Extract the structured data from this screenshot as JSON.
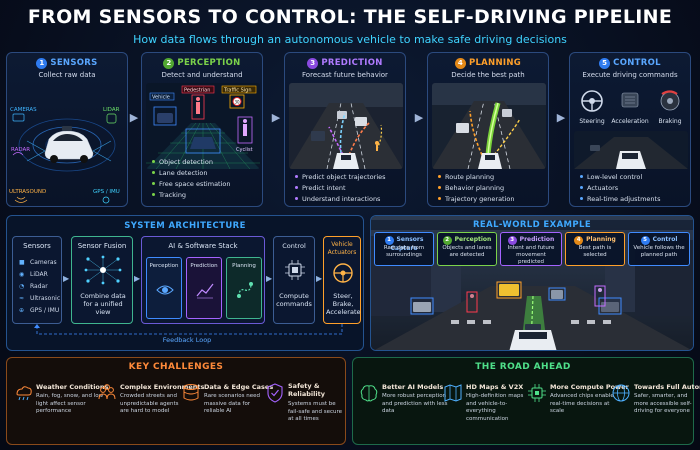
{
  "header": {
    "title": "FROM SENSORS TO CONTROL: THE SELF-DRIVING PIPELINE",
    "subtitle": "How data flows through an autonomous vehicle to make safe driving decisions"
  },
  "stages": [
    {
      "num": "1",
      "title": "SENSORS",
      "sub": "Collect raw data",
      "color": "#3f8bff",
      "labels": [
        "CAMERAS",
        "LIDAR",
        "RADAR",
        "ULTRASOUND",
        "GPS / IMU"
      ],
      "bullets": []
    },
    {
      "num": "2",
      "title": "PERCEPTION",
      "sub": "Detect and understand",
      "color": "#7bd34a",
      "labels": [
        "Vehicle",
        "Pedestrian",
        "Traffic Sign",
        "Cyclist"
      ],
      "bullets": [
        "Object detection",
        "Lane detection",
        "Free space estimation",
        "Tracking"
      ]
    },
    {
      "num": "3",
      "title": "PREDICTION",
      "sub": "Forecast future behavior",
      "color": "#a463ff",
      "labels": [],
      "bullets": [
        "Predict object trajectories",
        "Predict intent",
        "Understand interactions"
      ]
    },
    {
      "num": "4",
      "title": "PLANNING",
      "sub": "Decide the best path",
      "color": "#ffa02a",
      "labels": [],
      "bullets": [
        "Route planning",
        "Behavior planning",
        "Trajectory generation"
      ]
    },
    {
      "num": "5",
      "title": "CONTROL",
      "sub": "Execute driving commands",
      "color": "#3f8bff",
      "labels": [
        "Steering",
        "Acceleration",
        "Braking"
      ],
      "bullets": [
        "Low-level control",
        "Actuators",
        "Real-time adjustments"
      ]
    }
  ],
  "architecture": {
    "title": "SYSTEM ARCHITECTURE",
    "sensors_title": "Sensors",
    "sensors": [
      "Cameras",
      "LiDAR",
      "Radar",
      "Ultrasonic",
      "GPS / IMU"
    ],
    "fusion_title": "Sensor Fusion",
    "fusion_desc": "Combine data for a unified view",
    "stack_title": "AI & Software Stack",
    "stack_items": [
      "Perception",
      "Prediction",
      "Planning"
    ],
    "control_title": "Control",
    "control_desc": "Compute commands",
    "actuators_title": "Vehicle Actuators",
    "actuators_desc": "Steer, Brake, Accelerate",
    "feedback": "Feedback Loop"
  },
  "real_world": {
    "title": "REAL-WORLD EXAMPLE",
    "cards": [
      {
        "num": "1",
        "title": "Sensors Capture",
        "desc": "Raw data from surroundings",
        "color": "#3f8bff"
      },
      {
        "num": "2",
        "title": "Perception",
        "desc": "Objects and lanes are detected",
        "color": "#7bd34a"
      },
      {
        "num": "3",
        "title": "Prediction",
        "desc": "Intent and future movement predicted",
        "color": "#a463ff"
      },
      {
        "num": "4",
        "title": "Planning",
        "desc": "Best path is selected",
        "color": "#ffa02a"
      },
      {
        "num": "5",
        "title": "Control",
        "desc": "Vehicle follows the planned path",
        "color": "#3f8bff"
      }
    ]
  },
  "challenges": {
    "title": "KEY CHALLENGES",
    "items": [
      {
        "title": "Weather Conditions",
        "desc": "Rain, fog, snow, and low light affect sensor performance",
        "icon": "weather-icon"
      },
      {
        "title": "Complex Environments",
        "desc": "Crowded streets and unpredictable agents are hard to model",
        "icon": "crowd-icon"
      },
      {
        "title": "Data & Edge Cases",
        "desc": "Rare scenarios need massive data for reliable AI",
        "icon": "database-icon"
      },
      {
        "title": "Safety & Reliability",
        "desc": "Systems must be fail-safe and secure at all times",
        "icon": "shield-icon"
      }
    ]
  },
  "road_ahead": {
    "title": "THE ROAD AHEAD",
    "items": [
      {
        "title": "Better AI Models",
        "desc": "More robust perception and prediction with less data",
        "icon": "brain-icon"
      },
      {
        "title": "HD Maps & V2X",
        "desc": "High-definition maps and vehicle-to-everything communication",
        "icon": "map-icon"
      },
      {
        "title": "More Compute Power",
        "desc": "Advanced chips enable real-time decisions at scale",
        "icon": "chip-icon"
      },
      {
        "title": "Towards Full Autonomy",
        "desc": "Safer, smarter, and more accessible self-driving for everyone",
        "icon": "globe-icon"
      }
    ]
  }
}
